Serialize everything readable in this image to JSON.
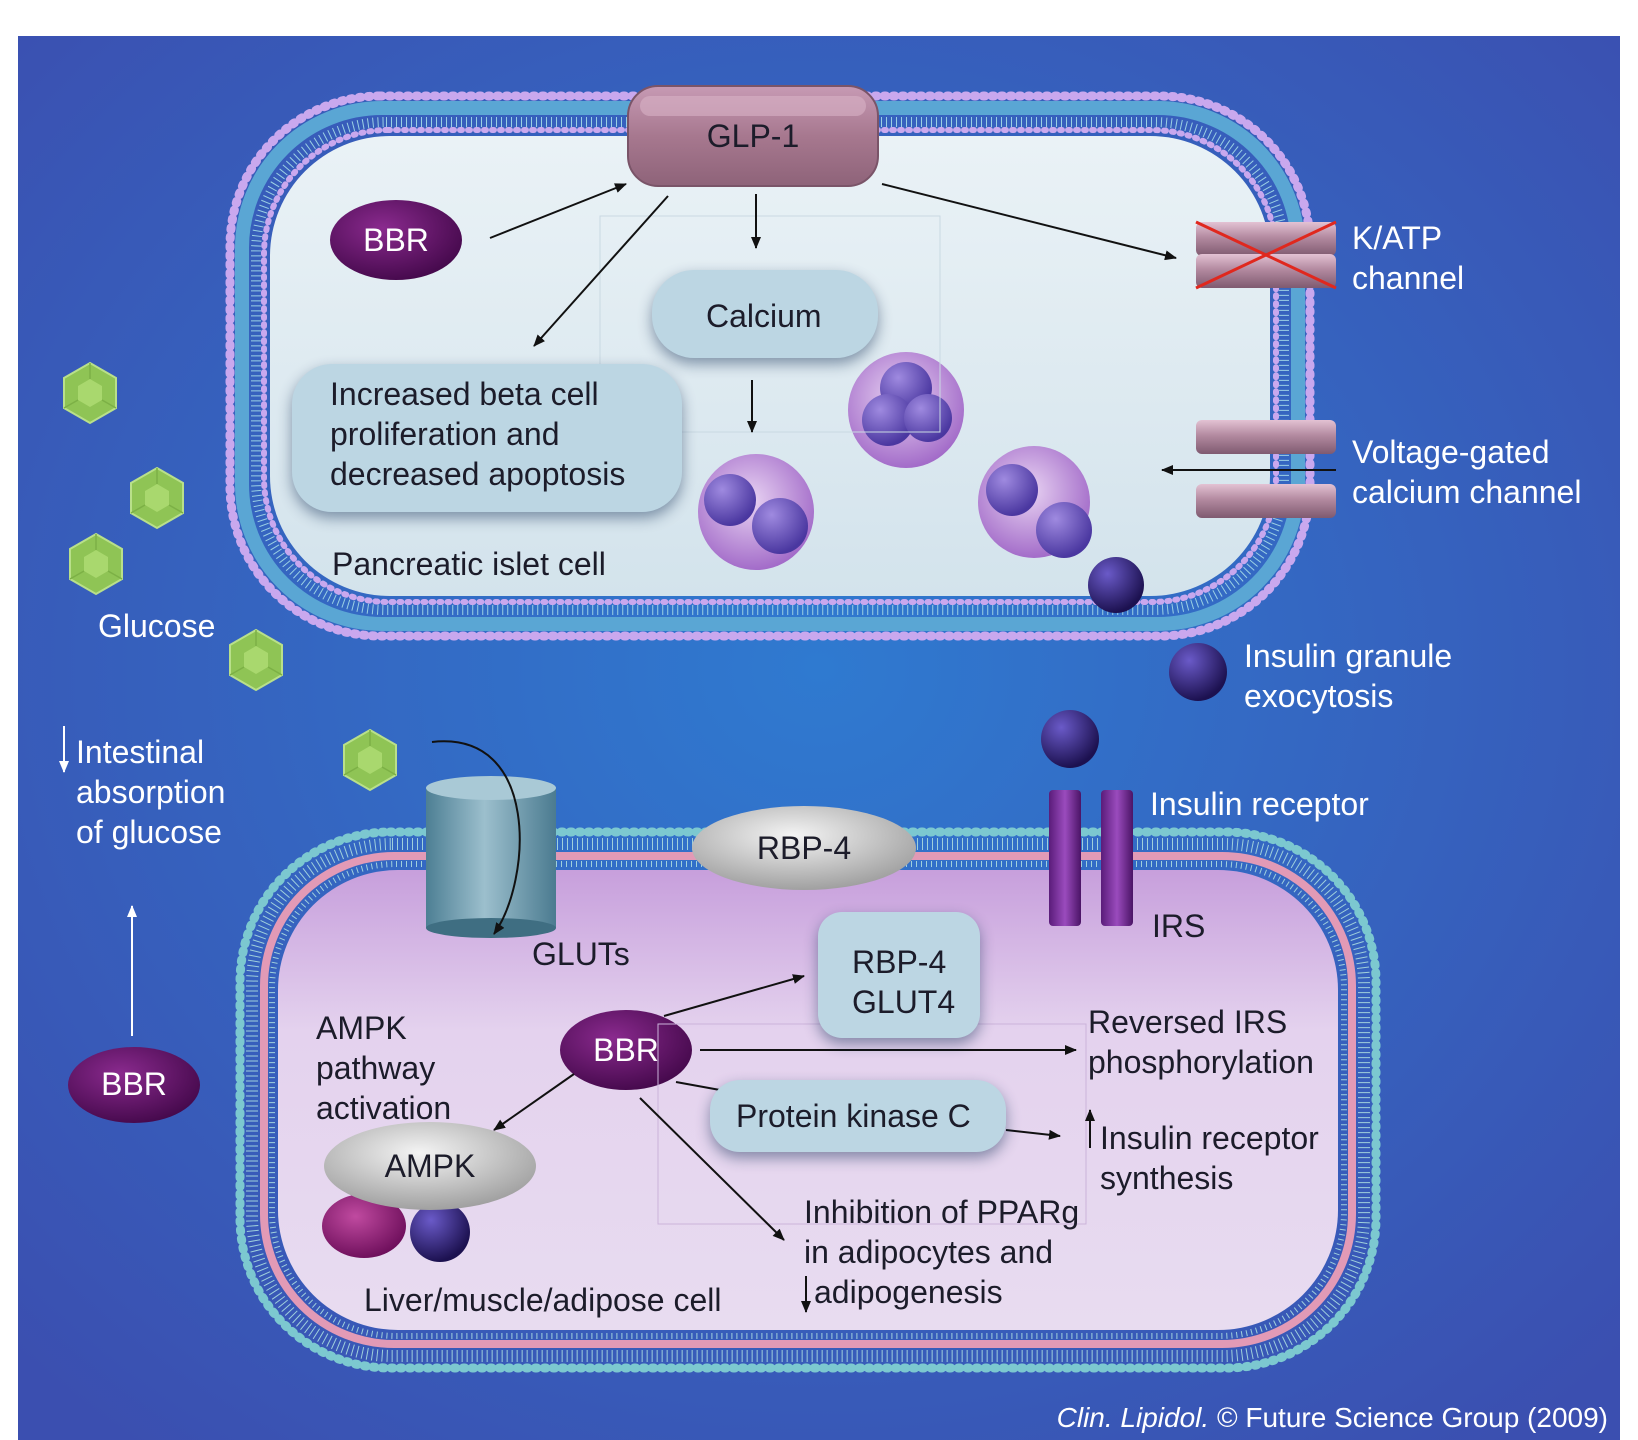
{
  "colors": {
    "background_blue": "#3a58b8",
    "islet_cell_fill": "#dbe8ef",
    "target_cell_fill": "#d9c2e6",
    "bbr_purple": "#5b0f5f",
    "glucose_green": "#9ccf5c",
    "insulin_granule": "#2a1a6a"
  },
  "icons": {
    "glucose": "hexagon-glucose-icon",
    "insulin_granule": "dark-sphere-icon",
    "bbr": "purple-ellipse-icon",
    "channel": "pink-cylinder-icon"
  },
  "labels": {
    "glp1": "GLP-1",
    "bbr_top": "BBR",
    "calcium": "Calcium",
    "beta_cell": [
      "Increased beta cell",
      "proliferation and",
      "decreased apoptosis"
    ],
    "pancreatic_cell": "Pancreatic islet cell",
    "katp": [
      "K/ATP",
      "channel"
    ],
    "voltage_gated": [
      "Voltage-gated",
      "calcium channel"
    ],
    "insulin_exocytosis": [
      "Insulin granule",
      "exocytosis"
    ],
    "glucose": "Glucose",
    "intestinal": [
      "Intestinal",
      "absorption",
      "of glucose"
    ],
    "bbr_left": "BBR",
    "rbp4_membrane": "RBP-4",
    "insulin_receptor": "Insulin receptor",
    "irs": "IRS",
    "gluts": "GLUTs",
    "rbp4_inner": "RBP-4",
    "glut4": "GLUT4",
    "ampk_activation": [
      "AMPK",
      "pathway",
      "activation"
    ],
    "bbr_inner": "BBR",
    "reversed_irs": [
      "Reversed IRS",
      "phosphorylation"
    ],
    "pkc": "Protein kinase C",
    "insulin_receptor_synthesis": [
      "Insulin receptor",
      "synthesis"
    ],
    "ampk": "AMPK",
    "pparg": [
      "Inhibition of PPARg",
      "in adipocytes and",
      "adipogenesis"
    ],
    "liver_cell": "Liver/muscle/adipose cell"
  },
  "footer": {
    "journal": "Clin. Lipidol.",
    "copyright": "© Future Science Group (2009)"
  }
}
